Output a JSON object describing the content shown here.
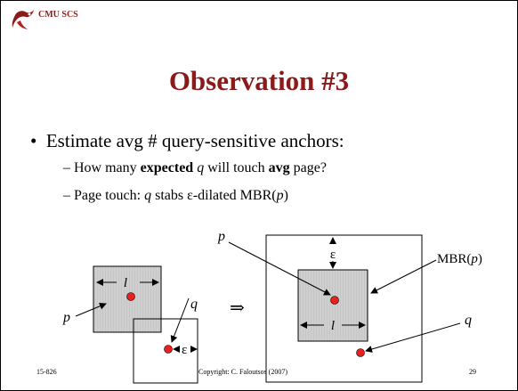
{
  "header": {
    "org": "CMU SCS"
  },
  "title": "Observation #3",
  "bullets": {
    "main": "Estimate avg # query-sensitive anchors:",
    "sub1": {
      "a": "How many ",
      "b": "expected",
      "c": " q",
      "d": " will touch ",
      "e": "avg",
      "f": " page?"
    },
    "sub2": {
      "a": "Page touch: ",
      "b": "q",
      "c": " stabs ε-dilated MBR(",
      "d": "p",
      "e": ")"
    }
  },
  "diagram": {
    "left": {
      "p": "p",
      "q": "q",
      "l": "l",
      "eps": "ε"
    },
    "arrow": "⇒",
    "right": {
      "p": "p",
      "q": "q",
      "l": "l",
      "eps": "ε",
      "mbr_prefix": "MBR(",
      "mbr_p": "p",
      "mbr_suffix": ")"
    },
    "colors": {
      "box_fill": "#d0d0d0",
      "dot": "#e8201e"
    }
  },
  "footer": {
    "course": "15-826",
    "copyright": "Copyright: C. Faloutsos (2007)",
    "page": "29"
  }
}
